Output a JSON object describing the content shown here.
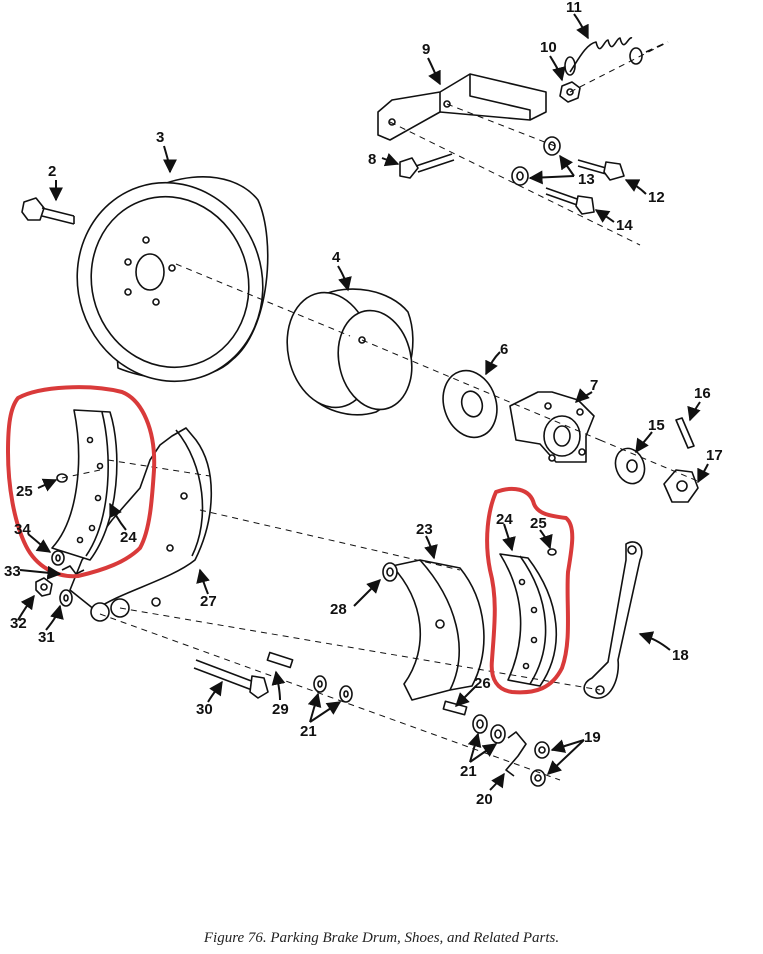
{
  "figure": {
    "caption": "Figure 76.  Parking Brake Drum, Shoes, and Related Parts.",
    "highlight_color": "#d93a3a",
    "callouts": {
      "c2": "2",
      "c3": "3",
      "c4": "4",
      "c6": "6",
      "c7": "7",
      "c8": "8",
      "c9": "9",
      "c10": "10",
      "c11": "11",
      "c12": "12",
      "c13": "13",
      "c14": "14",
      "c15": "15",
      "c16": "16",
      "c17": "17",
      "c18": "18",
      "c19": "19",
      "c20": "20",
      "c21a": "21",
      "c21b": "21",
      "c23": "23",
      "c24a": "24",
      "c24b": "24",
      "c25a": "25",
      "c25b": "25",
      "c26": "26",
      "c27": "27",
      "c28": "28",
      "c29": "29",
      "c30": "30",
      "c31": "31",
      "c32": "32",
      "c33": "33",
      "c34": "34"
    }
  }
}
